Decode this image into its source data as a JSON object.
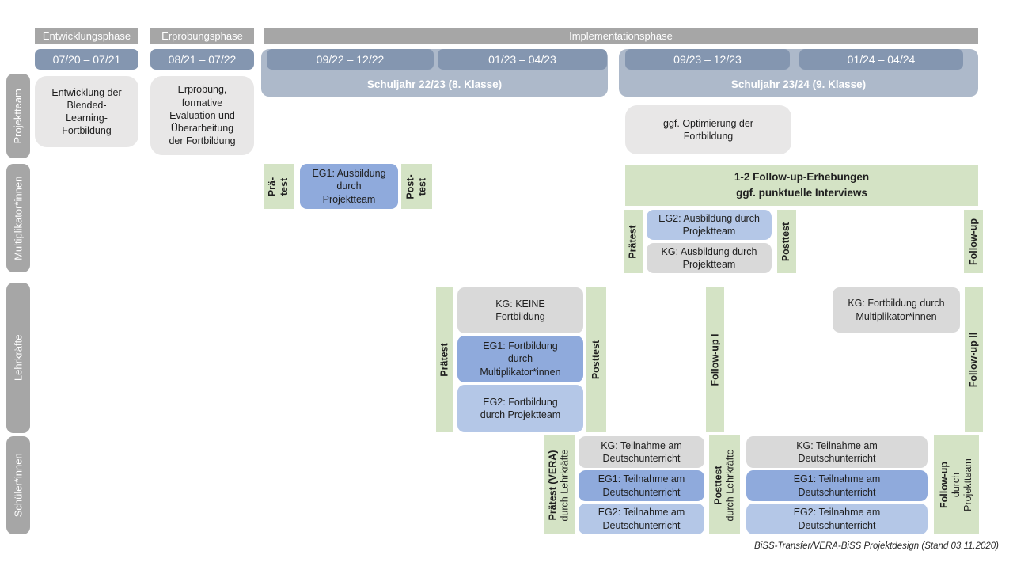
{
  "colors": {
    "phase_header": "#a6a6a6",
    "date_bar": "#8496b0",
    "year_band": "#adb9ca",
    "row_label": "#a6a6a6",
    "neutral_box": "#e8e7e7",
    "kg_box": "#d9d9d9",
    "eg1_box": "#8faadc",
    "eg2_box": "#b4c7e7",
    "green": "#d4e3c5"
  },
  "phases": {
    "development": "Entwicklungsphase",
    "testing": "Erprobungsphase",
    "implementation": "Implementationsphase"
  },
  "dates": {
    "d1": "07/20 – 07/21",
    "d2": "08/21 – 07/22",
    "d3": "09/22 – 12/22",
    "d4": "01/23 – 04/23",
    "d5": "09/23 – 12/23",
    "d6": "01/24 – 04/24"
  },
  "school_years": {
    "y1": "Schuljahr 22/23 (8. Klasse)",
    "y2": "Schuljahr 23/24 (9. Klasse)"
  },
  "row_labels": {
    "projektteam": "Projektteam",
    "multiplikatoren": "Multiplikator*innen",
    "lehrkraefte": "Lehrkräfte",
    "schueler": "Schüler*innen"
  },
  "projektteam": {
    "development": "Entwicklung der\nBlended-\nLearning-\nFortbildung",
    "testing": "Erprobung,\nformative\nEvaluation und\nÜberarbeitung\nder Fortbildung",
    "optimization": "ggf. Optimierung der\nFortbildung"
  },
  "multiplikatoren": {
    "pretest1_line1": "Prä-",
    "pretest1_line2": "test",
    "eg1": "EG1: Ausbildung\ndurch\nProjektteam",
    "posttest1_line1": "Post-",
    "posttest1_line2": "test",
    "followup_banner": "1-2 Follow-up-Erhebungen\nggf. punktuelle Interviews",
    "pretest2": "Prätest",
    "eg2": "EG2: Ausbildung durch\nProjektteam",
    "kg": "KG: Ausbildung durch\nProjektteam",
    "posttest2": "Posttest",
    "followup": "Follow-up"
  },
  "lehrkraefte": {
    "pretest": "Prätest",
    "kg": "KG: KEINE\nFortbildung",
    "eg1": "EG1: Fortbildung\ndurch\nMultiplikator*innen",
    "eg2": "EG2: Fortbildung\ndurch Projektteam",
    "posttest": "Posttest",
    "followup1": "Follow-up I",
    "kg2": "KG: Fortbildung durch\nMultiplikator*innen",
    "followup2": "Follow-up II"
  },
  "schueler": {
    "pretest_line1": "Prätest (VERA)",
    "pretest_line2": "durch  Lehrkräfte",
    "kg": "KG: Teilnahme am\nDeutschunterricht",
    "eg1": "EG1: Teilnahme am\nDeutschunterricht",
    "eg2": "EG2: Teilnahme am\nDeutschunterricht",
    "posttest_line1": "Posttest",
    "posttest_line2": "durch  Lehrkräfte",
    "kg2": "KG: Teilnahme am\nDeutschunterricht",
    "eg1_2": "EG1: Teilnahme am\nDeutschunterricht",
    "eg2_2": "EG2: Teilnahme am\nDeutschunterricht",
    "followup_line1": "Follow-up",
    "followup_line2": "durch",
    "followup_line3": "Projektteam"
  },
  "caption": "BiSS-Transfer/VERA-BiSS Projektdesign (Stand 03.11.2020)"
}
